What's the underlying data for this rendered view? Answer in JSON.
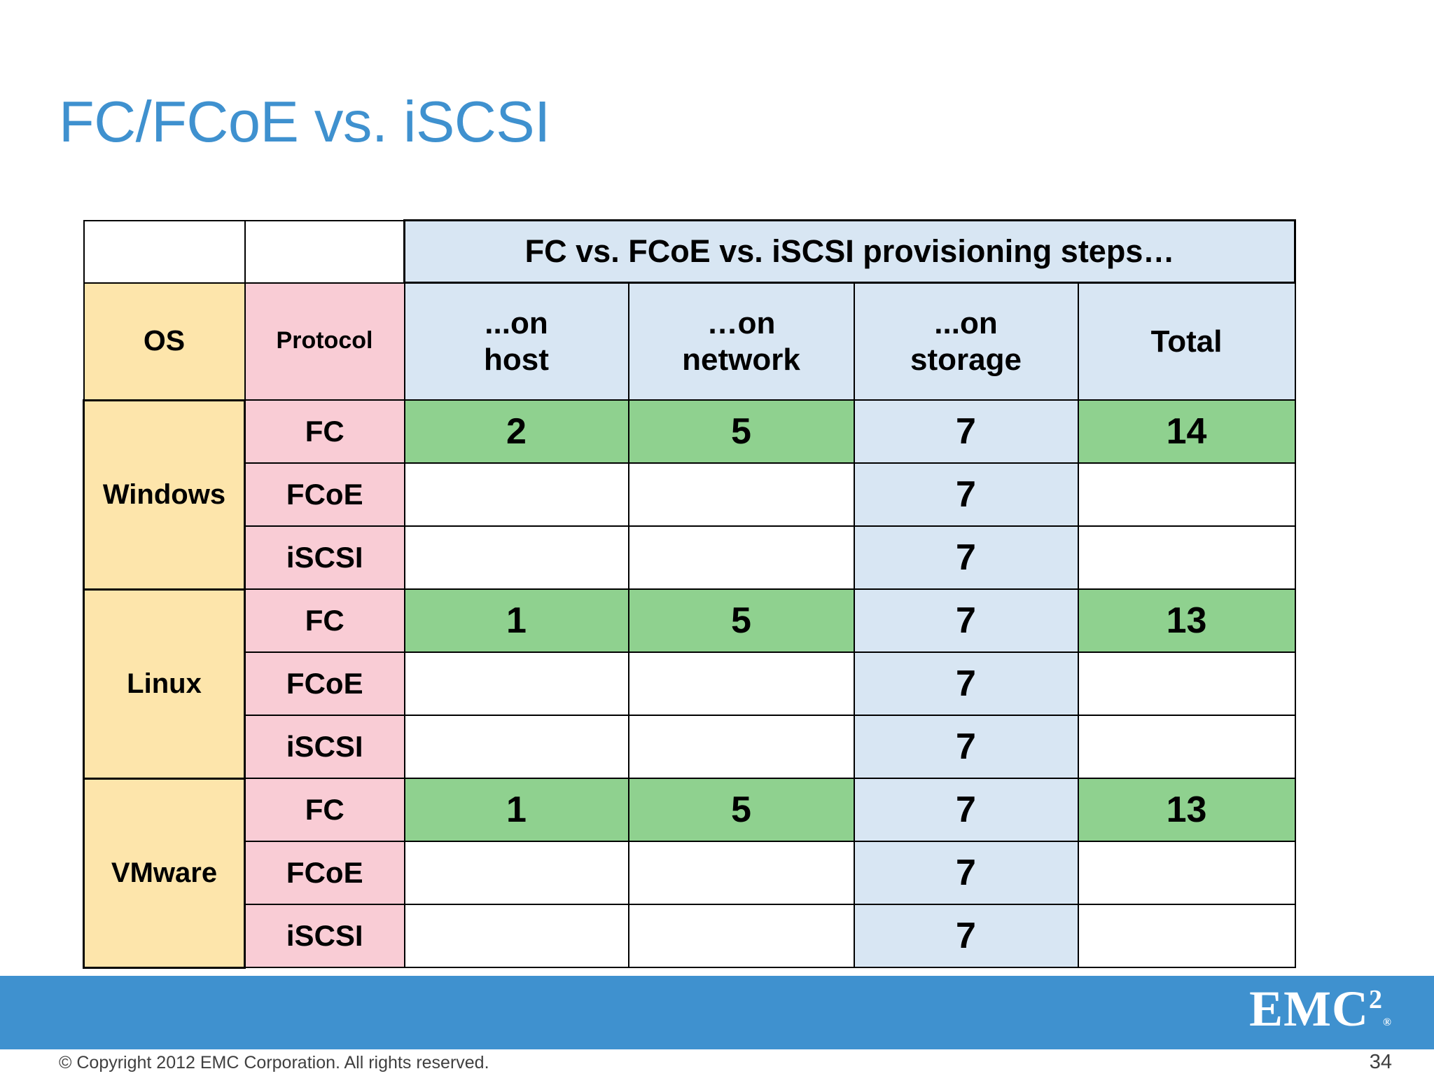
{
  "slide": {
    "title": "FC/FCoE vs. iSCSI",
    "page_number": "34",
    "copyright": "© Copyright 2012 EMC Corporation. All rights reserved.",
    "brand": "EMC",
    "brand_superscript": "2",
    "accent_color": "#3f91cf",
    "title_color": "#3f91cf"
  },
  "table": {
    "group_header": "FC vs. FCoE vs. iSCSI provisioning steps…",
    "columns": [
      {
        "key": "os",
        "label": "OS",
        "fill": "#fde5ab"
      },
      {
        "key": "proto",
        "label": "Protocol",
        "fill": "#f9ccd5"
      },
      {
        "key": "host",
        "label": "...on\nhost",
        "line1": "...on",
        "line2": "host",
        "fill": "#d8e6f3"
      },
      {
        "key": "network",
        "label": "…on\nnetwork",
        "line1": "…on",
        "line2": "network",
        "fill": "#d8e6f3"
      },
      {
        "key": "storage",
        "label": "...on\nstorage",
        "line1": "...on",
        "line2": "storage",
        "fill": "#d8e6f3"
      },
      {
        "key": "total",
        "label": "Total",
        "fill": "#d8e6f3"
      }
    ],
    "colors": {
      "highlight_green": "#8fd18f",
      "light_blue": "#d8e6f3",
      "yellow": "#fde5ab",
      "pink": "#f9ccd5",
      "empty": "#ffffff"
    },
    "groups": [
      {
        "os": "Windows",
        "rows": [
          {
            "protocol": "FC",
            "host": "2",
            "network": "5",
            "storage": "7",
            "total": "14",
            "fills": {
              "host": "green",
              "network": "green",
              "storage": "blue",
              "total": "green"
            }
          },
          {
            "protocol": "FCoE",
            "host": "",
            "network": "",
            "storage": "7",
            "total": "",
            "fills": {
              "host": "empty",
              "network": "empty",
              "storage": "blue",
              "total": "empty"
            }
          },
          {
            "protocol": "iSCSI",
            "host": "",
            "network": "",
            "storage": "7",
            "total": "",
            "fills": {
              "host": "empty",
              "network": "empty",
              "storage": "blue",
              "total": "empty"
            }
          }
        ]
      },
      {
        "os": "Linux",
        "rows": [
          {
            "protocol": "FC",
            "host": "1",
            "network": "5",
            "storage": "7",
            "total": "13",
            "fills": {
              "host": "green",
              "network": "green",
              "storage": "blue",
              "total": "green"
            }
          },
          {
            "protocol": "FCoE",
            "host": "",
            "network": "",
            "storage": "7",
            "total": "",
            "fills": {
              "host": "empty",
              "network": "empty",
              "storage": "blue",
              "total": "empty"
            }
          },
          {
            "protocol": "iSCSI",
            "host": "",
            "network": "",
            "storage": "7",
            "total": "",
            "fills": {
              "host": "empty",
              "network": "empty",
              "storage": "blue",
              "total": "empty"
            }
          }
        ]
      },
      {
        "os": "VMware",
        "rows": [
          {
            "protocol": "FC",
            "host": "1",
            "network": "5",
            "storage": "7",
            "total": "13",
            "fills": {
              "host": "green",
              "network": "green",
              "storage": "blue",
              "total": "green"
            }
          },
          {
            "protocol": "FCoE",
            "host": "",
            "network": "",
            "storage": "7",
            "total": "",
            "fills": {
              "host": "empty",
              "network": "empty",
              "storage": "blue",
              "total": "empty"
            }
          },
          {
            "protocol": "iSCSI",
            "host": "",
            "network": "",
            "storage": "7",
            "total": "",
            "fills": {
              "host": "empty",
              "network": "empty",
              "storage": "blue",
              "total": "empty"
            }
          }
        ]
      }
    ]
  }
}
